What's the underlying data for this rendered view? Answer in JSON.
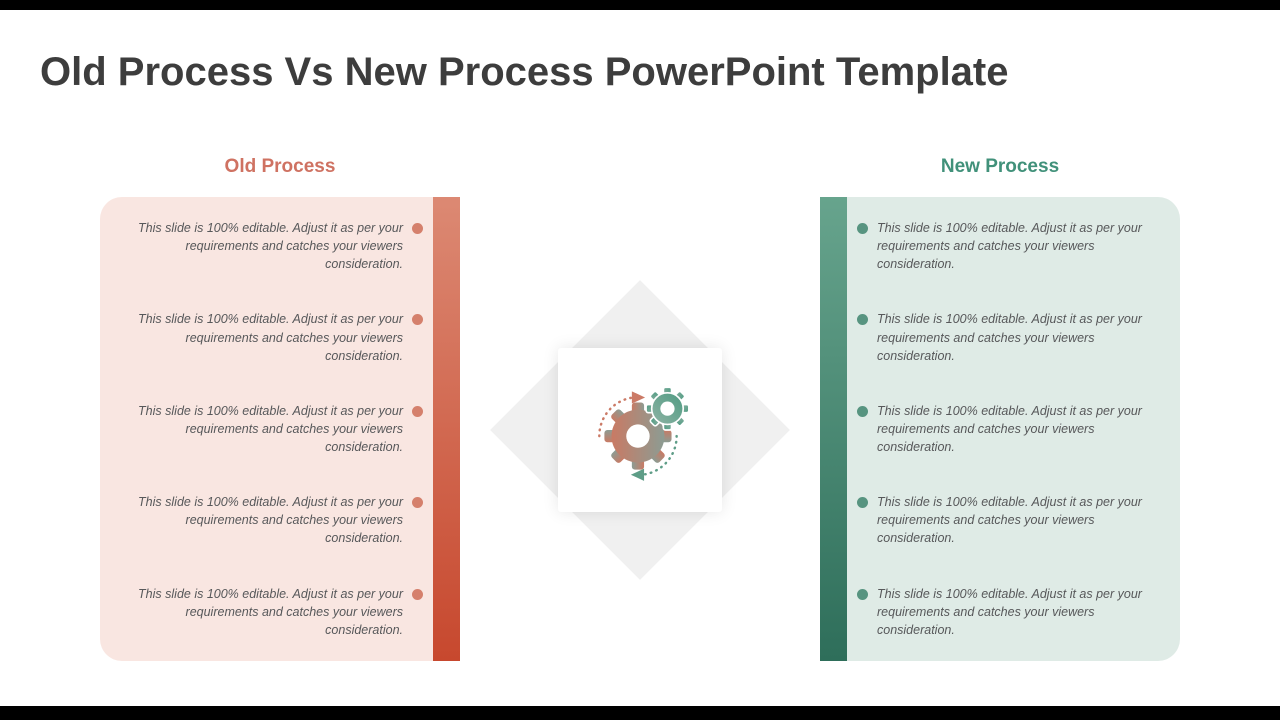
{
  "page": {
    "title": "Old Process Vs New Process PowerPoint Template"
  },
  "old_process": {
    "heading": "Old Process",
    "items": [
      "This slide is 100% editable. Adjust it as per your requirements and catches your viewers consideration.",
      "This slide is 100% editable. Adjust it as per your requirements and catches your viewers consideration.",
      "This slide is 100% editable. Adjust it as per your requirements and catches your viewers consideration.",
      "This slide is 100% editable. Adjust it as per your requirements and catches your viewers consideration.",
      "This slide is 100% editable. Adjust it as per your requirements and catches your viewers consideration."
    ]
  },
  "new_process": {
    "heading": "New Process",
    "items": [
      "This slide is 100% editable. Adjust it as per your requirements and catches your viewers consideration.",
      "This slide is 100% editable. Adjust it as per your requirements and catches your viewers consideration.",
      "This slide is 100% editable. Adjust it as per your requirements and catches your viewers consideration.",
      "This slide is 100% editable. Adjust it as per your requirements and catches your viewers consideration.",
      "This slide is 100% editable. Adjust it as per your requirements and catches your viewers consideration."
    ]
  },
  "center": {
    "icon_name": "process-gears-icon"
  },
  "colors": {
    "old_accent": "#CF7262",
    "old_panel": "#F9E6E1",
    "old_bar_top": "#DC8973",
    "old_bar_bottom": "#C7482E",
    "old_dot": "#D5806C",
    "new_accent": "#41917A",
    "new_panel": "#DFEBE6",
    "new_bar_top": "#67A48D",
    "new_bar_bottom": "#2E6E5A",
    "new_dot": "#579480"
  }
}
